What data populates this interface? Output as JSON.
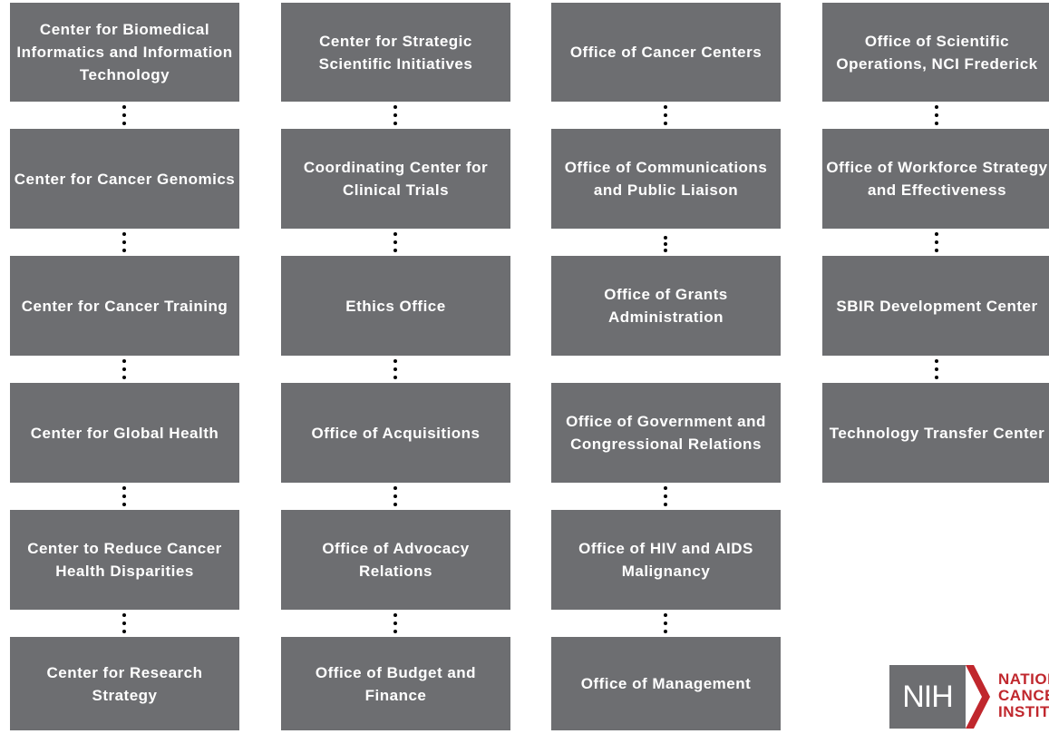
{
  "columns": [
    {
      "boxes": [
        {
          "label": "Center for Biomedical Informatics and Information Technology"
        },
        {
          "label": "Center for Cancer Genomics"
        },
        {
          "label": "Center for Cancer Training"
        },
        {
          "label": "Center for Global Health"
        },
        {
          "label": "Center to Reduce Cancer Health Disparities"
        },
        {
          "label": "Center for Research Strategy"
        }
      ]
    },
    {
      "boxes": [
        {
          "label": "Center for Strategic Scientific Initiatives"
        },
        {
          "label": "Coordinating Center for Clinical Trials"
        },
        {
          "label": "Ethics Office"
        },
        {
          "label": "Office of Acquisitions"
        },
        {
          "label": "Office of Advocacy Relations"
        },
        {
          "label": "Office of Budget and Finance"
        }
      ]
    },
    {
      "boxes": [
        {
          "label": "Office of Cancer Centers"
        },
        {
          "label": "Office of Communications and Public Liaison"
        },
        {
          "label": "Office of Grants Administration"
        },
        {
          "label": "Office of Government and Congressional Relations"
        },
        {
          "label": "Office of HIV and AIDS Malignancy"
        },
        {
          "label": "Office of Management"
        }
      ]
    },
    {
      "boxes": [
        {
          "label": "Office of Scientific Operations, NCI Frederick"
        },
        {
          "label": "Office of Workforce Strategy and Effectiveness"
        },
        {
          "label": "SBIR Development Center"
        },
        {
          "label": "Technology Transfer Center"
        }
      ]
    }
  ],
  "logo": {
    "nih": "NIH",
    "lines": [
      "NATIONAL",
      "CANCER",
      "INSTITUTE"
    ]
  },
  "colors": {
    "box": "#6d6e71",
    "box_text": "#ffffff",
    "connector": "#000000",
    "logo_red": "#c0272d"
  }
}
